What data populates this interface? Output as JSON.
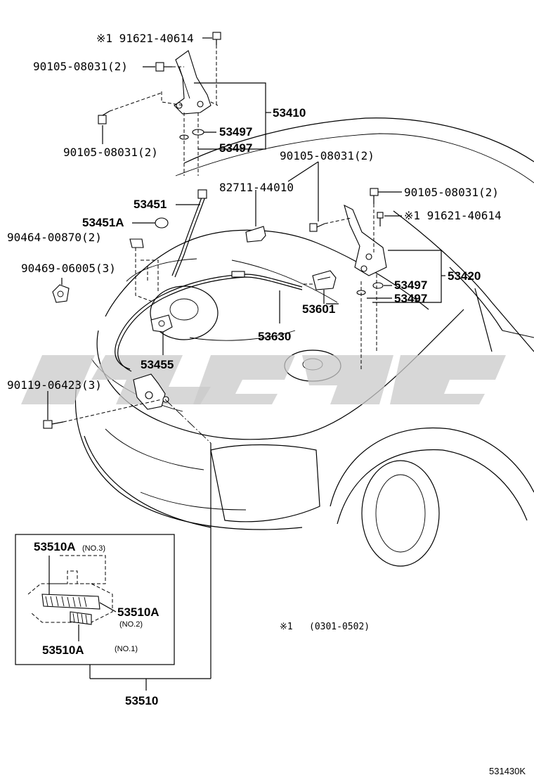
{
  "labels": {
    "p_top_bolt": "※1 91621-40614",
    "p_bolt_left1": "90105-08031(2)",
    "p_bolt_left2": "90105-08031(2)",
    "p_hinge_lh": "53410",
    "p_washer_l1": "53497",
    "p_washer_l2": "53497",
    "p_bolt_mid": "90105-08031(2)",
    "p_stay_holder": "82711-44010",
    "p_bolt_right": "90105-08031(2)",
    "p_right_bolt_x": "※1 91621-40614",
    "p_rod": "53451",
    "p_rod_grommet": "53451A",
    "p_clip": "90464-00870(2)",
    "p_clamp": "90469-06005(3)",
    "p_hinge_rh": "53420",
    "p_washer_r1": "53497",
    "p_washer_r2": "53497",
    "p_lever": "53601",
    "p_cable": "53630",
    "p_support": "53455",
    "p_bolt_lock": "90119-06423(3)",
    "p_lock_assy": "53510"
  },
  "inset": {
    "part_a": "53510A",
    "part_a_no3": "(NO.3)",
    "part_b": "53510A",
    "part_b_no2": "(NO.2)",
    "part_c": "53510A",
    "part_c_no1": "(NO.1)"
  },
  "footnote": {
    "mark": "※1",
    "range": "(0301-0502)"
  },
  "diagram_code": "531430K",
  "icons": [
    "bolt-icon",
    "washer-icon",
    "hinge-icon",
    "clip-icon",
    "hood-lock-icon",
    "release-lever-icon"
  ]
}
